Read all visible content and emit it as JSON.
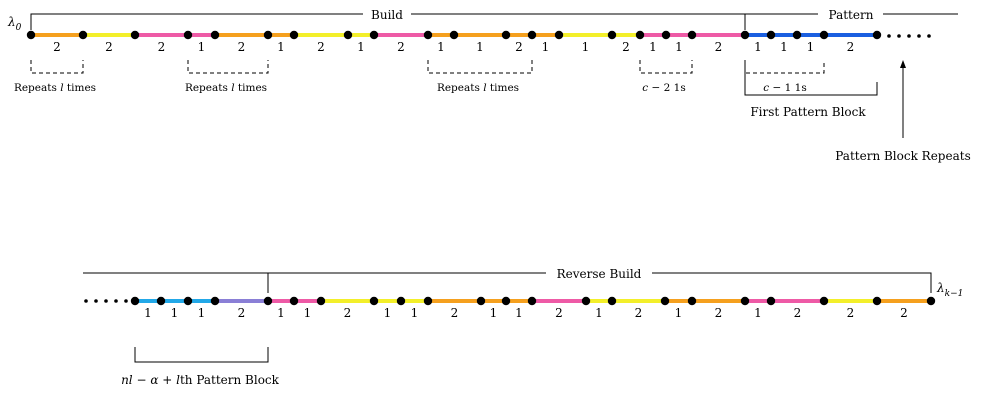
{
  "colors": {
    "orange": "#f5a01e",
    "yellow": "#f3ef2a",
    "pink": "#ee5aa6",
    "blue": "#1a5fe0",
    "lightblue": "#22a8e8",
    "purple": "#8a7fd6",
    "dot": "#000000"
  },
  "top": {
    "start_label": "λ",
    "start_sub": "0",
    "build_label": "Build",
    "pattern_label": "Pattern",
    "segments": [
      {
        "color": "orange",
        "num": "2"
      },
      {
        "color": "yellow",
        "num": "2"
      },
      {
        "color": "pink",
        "num": "2"
      },
      {
        "color": "pink",
        "num": "1"
      },
      {
        "color": "orange",
        "num": "2"
      },
      {
        "color": "orange",
        "num": "1"
      },
      {
        "color": "yellow",
        "num": "2"
      },
      {
        "color": "yellow",
        "num": "1"
      },
      {
        "color": "pink",
        "num": "2"
      },
      {
        "color": "orange",
        "num": "1"
      },
      {
        "color": "orange",
        "num": "1"
      },
      {
        "color": "orange",
        "num": "2"
      },
      {
        "color": "orange",
        "num": "1"
      },
      {
        "color": "yellow",
        "num": "1"
      },
      {
        "color": "yellow",
        "num": "2"
      },
      {
        "color": "pink",
        "num": "1"
      },
      {
        "color": "pink",
        "num": "1"
      },
      {
        "color": "pink",
        "num": "2"
      },
      {
        "color": "blue",
        "num": "1"
      },
      {
        "color": "blue",
        "num": "1"
      },
      {
        "color": "blue",
        "num": "1"
      },
      {
        "color": "blue",
        "num": "2"
      }
    ],
    "repeats_1": "Repeats",
    "repeats_var": "l",
    "repeats_2": "times",
    "c_minus_2_var": "c",
    "c_minus_2_rest": "− 2 1s",
    "c_minus_1_var": "c",
    "c_minus_1_rest": "− 1 1s",
    "first_pattern_block": "First Pattern Block",
    "pattern_block_repeats": "Pattern Block Repeats"
  },
  "bottom": {
    "end_label": "λ",
    "end_sub": "k−1",
    "reverse_build_label": "Reverse Build",
    "segments": [
      {
        "color": "lightblue",
        "num": "1"
      },
      {
        "color": "lightblue",
        "num": "1"
      },
      {
        "color": "lightblue",
        "num": "1"
      },
      {
        "color": "purple",
        "num": "2"
      },
      {
        "color": "pink",
        "num": "1"
      },
      {
        "color": "pink",
        "num": "1"
      },
      {
        "color": "yellow",
        "num": "2"
      },
      {
        "color": "yellow",
        "num": "1"
      },
      {
        "color": "yellow",
        "num": "1"
      },
      {
        "color": "orange",
        "num": "2"
      },
      {
        "color": "orange",
        "num": "1"
      },
      {
        "color": "orange",
        "num": "1"
      },
      {
        "color": "pink",
        "num": "2"
      },
      {
        "color": "yellow",
        "num": "1"
      },
      {
        "color": "yellow",
        "num": "2"
      },
      {
        "color": "orange",
        "num": "1"
      },
      {
        "color": "orange",
        "num": "2"
      },
      {
        "color": "pink",
        "num": "1"
      },
      {
        "color": "pink",
        "num": "2"
      },
      {
        "color": "yellow",
        "num": "2"
      },
      {
        "color": "orange",
        "num": "2"
      }
    ],
    "pattern_block_label_math": "nl − α + l",
    "pattern_block_label_text": "th Pattern Block"
  }
}
